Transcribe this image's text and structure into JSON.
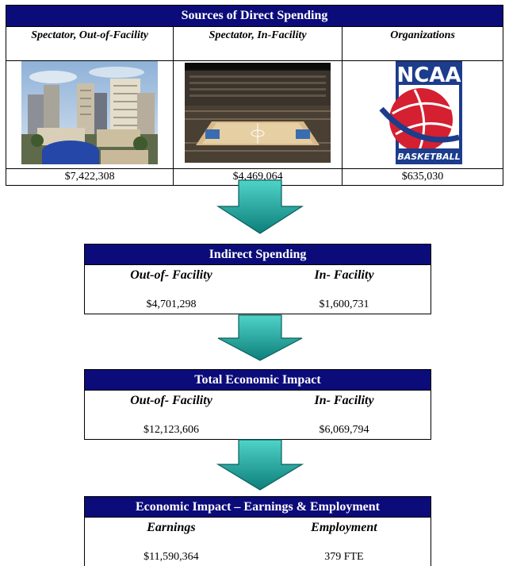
{
  "direct": {
    "title": "Sources of Direct Spending",
    "columns": [
      {
        "label": "Spectator, Out-of-Facility",
        "value": "$7,422,308"
      },
      {
        "label": "Spectator, In-Facility",
        "value": "$4,469,064"
      },
      {
        "label": "Organizations",
        "value": "$635,030"
      }
    ],
    "logo_text": "NCAA",
    "logo_sub": "BASKETBALL"
  },
  "indirect": {
    "title": "Indirect Spending",
    "col1": "Out-of- Facility",
    "col2": "In- Facility",
    "val1": "$4,701,298",
    "val2": "$1,600,731"
  },
  "total": {
    "title": "Total Economic Impact",
    "col1": "Out-of- Facility",
    "col2": "In- Facility",
    "val1": "$12,123,606",
    "val2": "$6,069,794"
  },
  "earnings": {
    "title": "Economic Impact – Earnings & Employment",
    "col1": "Earnings",
    "col2": "Employment",
    "val1": "$11,590,364",
    "val2": "379 FTE"
  },
  "colors": {
    "header_bg": "#0b0b7a",
    "arrow_fill": "#1aa6a0",
    "arrow_dark": "#0b5f5c",
    "ncaa_blue": "#1c3c8c",
    "ncaa_red": "#d42030"
  }
}
